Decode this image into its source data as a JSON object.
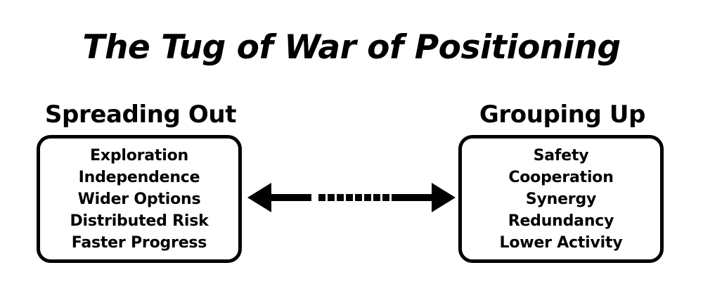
{
  "title": "The Tug of War of Positioning",
  "left_panel": {
    "heading": "Spreading Out",
    "items": [
      "Exploration",
      "Independence",
      "Wider Options",
      "Distributed Risk",
      "Faster Progress"
    ]
  },
  "right_panel": {
    "heading": "Grouping Up",
    "items": [
      "Safety",
      "Cooperation",
      "Synergy",
      "Redundancy",
      "Lower Activity"
    ]
  },
  "connector": {
    "icon": "double-headed-dotted-arrow",
    "dot_count": 8
  },
  "colors": {
    "background": "#ffffff",
    "ink": "#000000"
  }
}
